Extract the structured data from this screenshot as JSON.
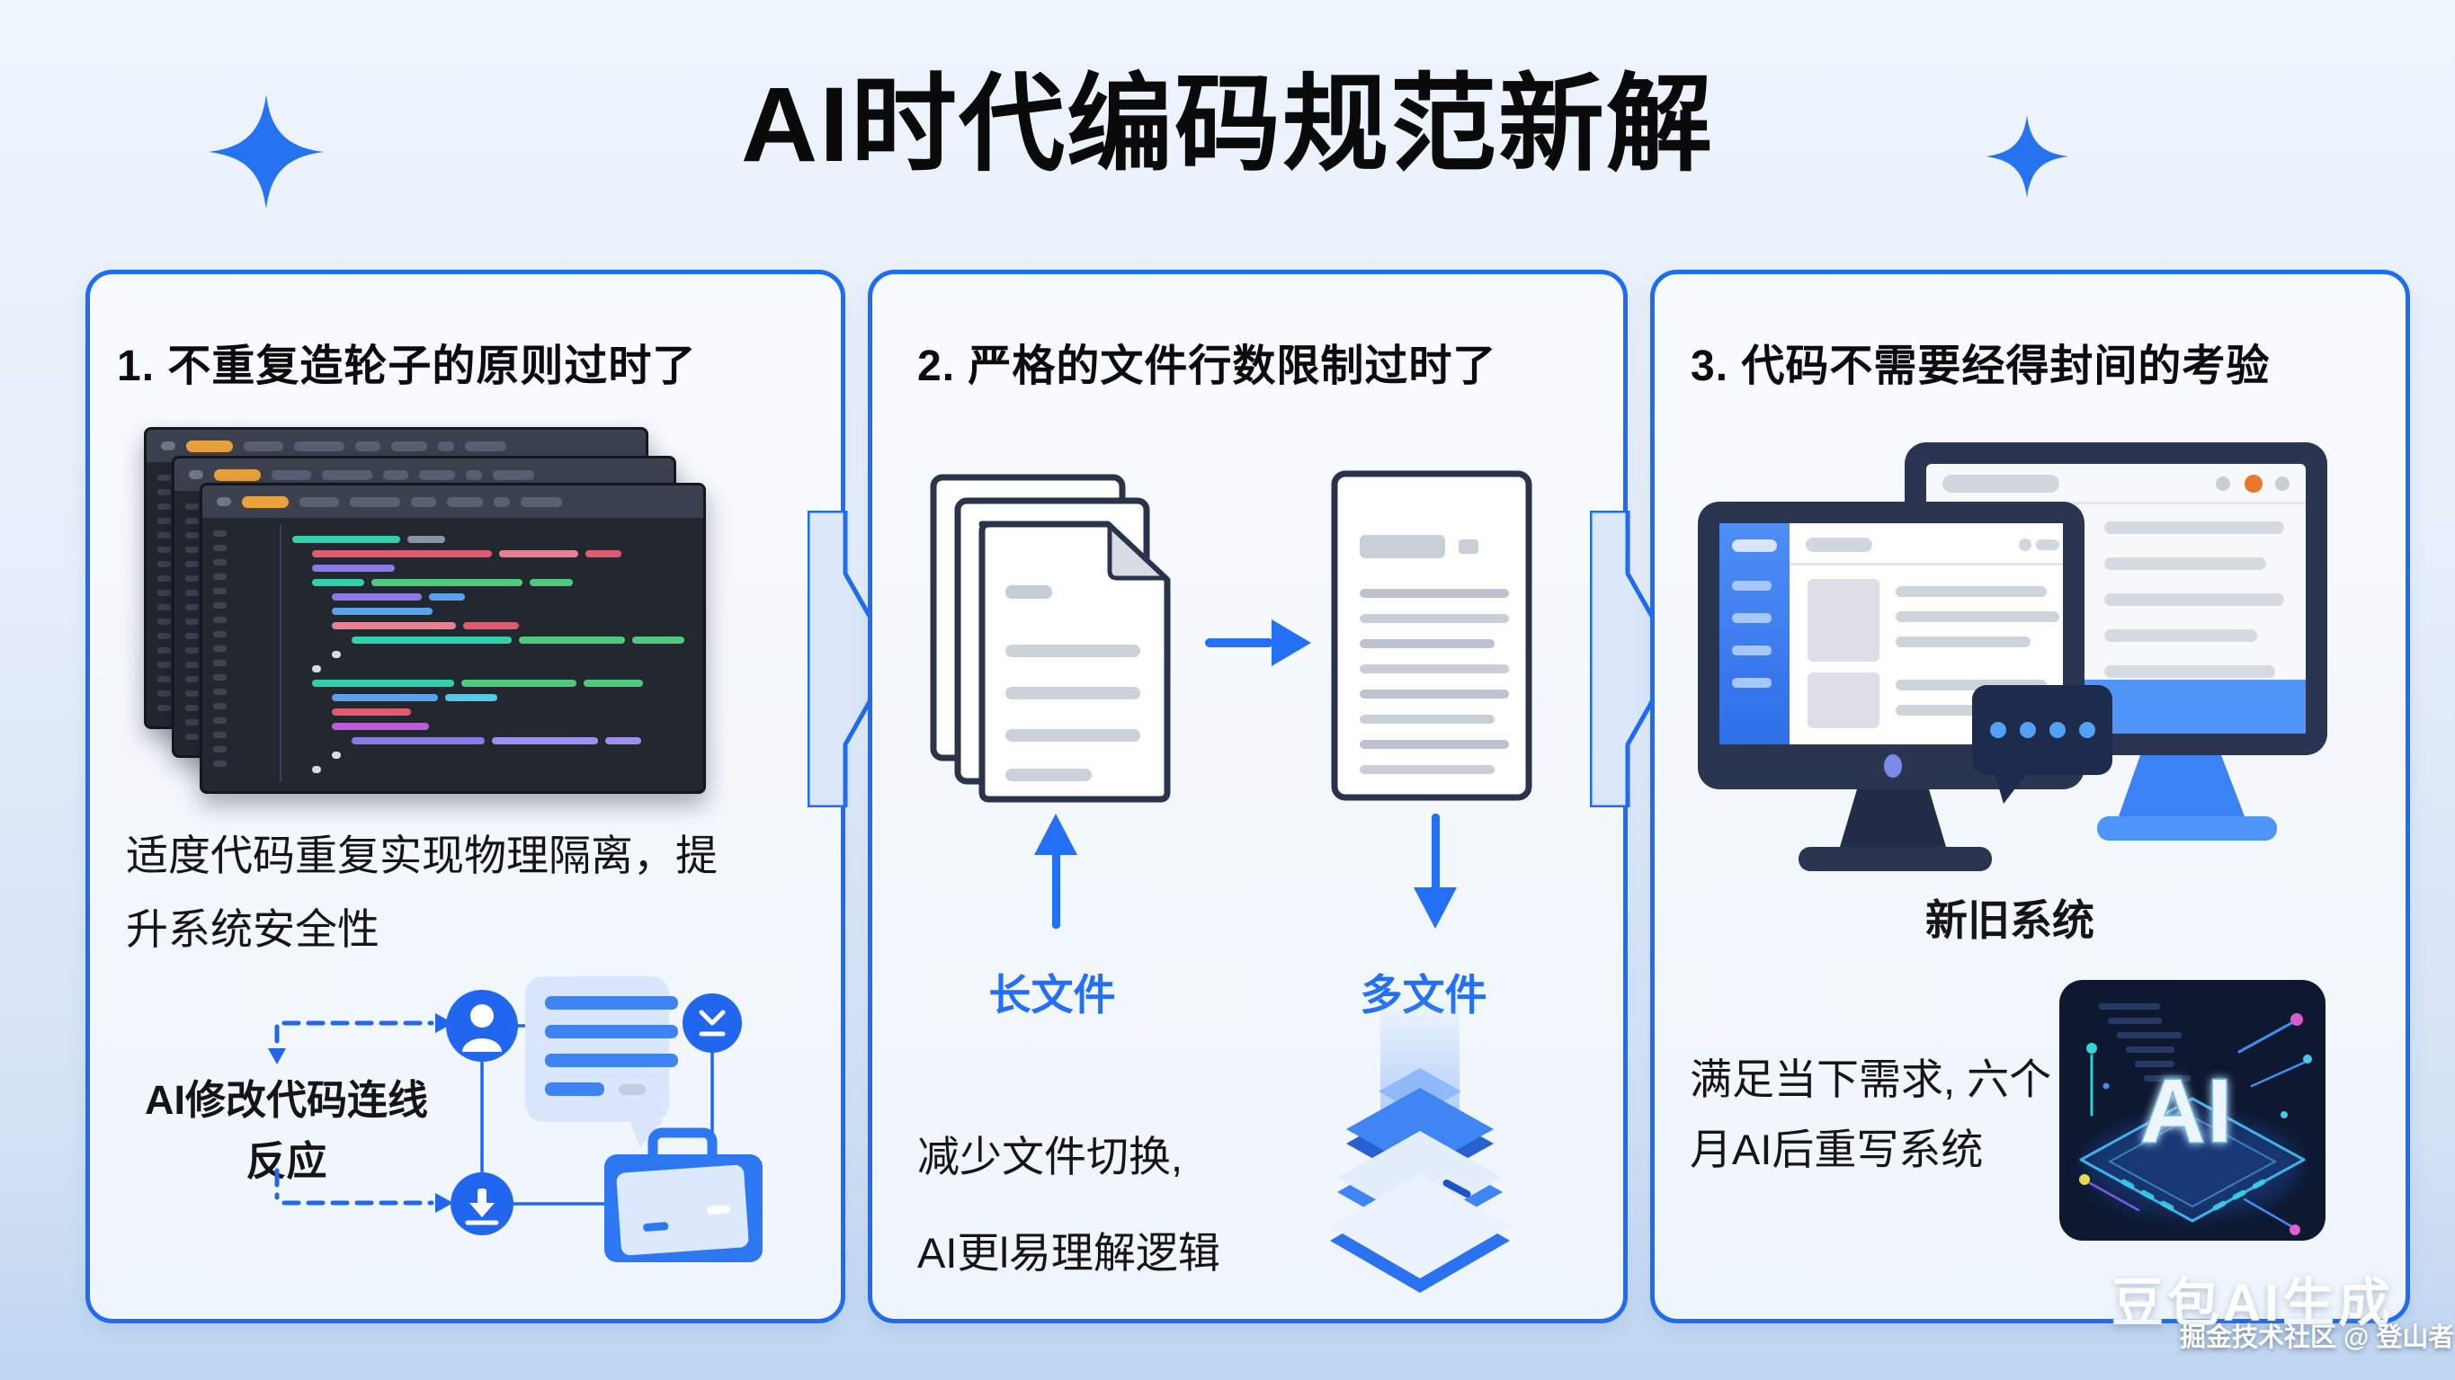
{
  "title": "AI时代编码规范新解",
  "panels": [
    {
      "heading": "1. 不重复造轮子的原则过时了",
      "body_lines": [
        "适度代码重复实现物理隔离，提",
        "升系统安全性"
      ],
      "caption_lines": [
        "AI修改代码连线",
        "反应"
      ]
    },
    {
      "heading": "2. 严格的文件行数限制过时了",
      "arrow_labels": {
        "left": "长文件",
        "right": "多文件"
      },
      "body_lines": [
        "减少文件切换,",
        "AI更l易理解逻辑"
      ]
    },
    {
      "heading": "3. 代码不需要经得封间的考验",
      "systems_label": "新旧系统",
      "body_lines": [
        "满足当下需求, 六个",
        "月AI后重写系统"
      ],
      "chip_text": "AI"
    }
  ],
  "watermark": {
    "line1": "豆包AI生成",
    "line2": "掘金技术社区 @ 登山者"
  },
  "colors": {
    "panel_border": "#1e6cf0",
    "accent_blue": "#2166ef",
    "label_blue": "#2470f5",
    "editor_titlebar_pill": "#e8a33d",
    "monitor_navy": "#2a3550",
    "orange_dot": "#e8772e",
    "watermark_white": "#ffffff"
  },
  "icons": {
    "sparkle-icon": "four-point star",
    "arrow-right-icon": "→",
    "arrow-up-icon": "↑",
    "arrow-down-icon": "↓",
    "person-icon": "user bust in circle",
    "download-icon": "arrow into tray in circle",
    "sprout-icon": "chevron over line in circle",
    "chat-bubble-icon": "speech bubble with text lines",
    "chat-dots-icon": "speech bubble with four dots",
    "briefcase-icon": "briefcase",
    "ai-chip-icon": "isometric circuit chip with AI"
  }
}
